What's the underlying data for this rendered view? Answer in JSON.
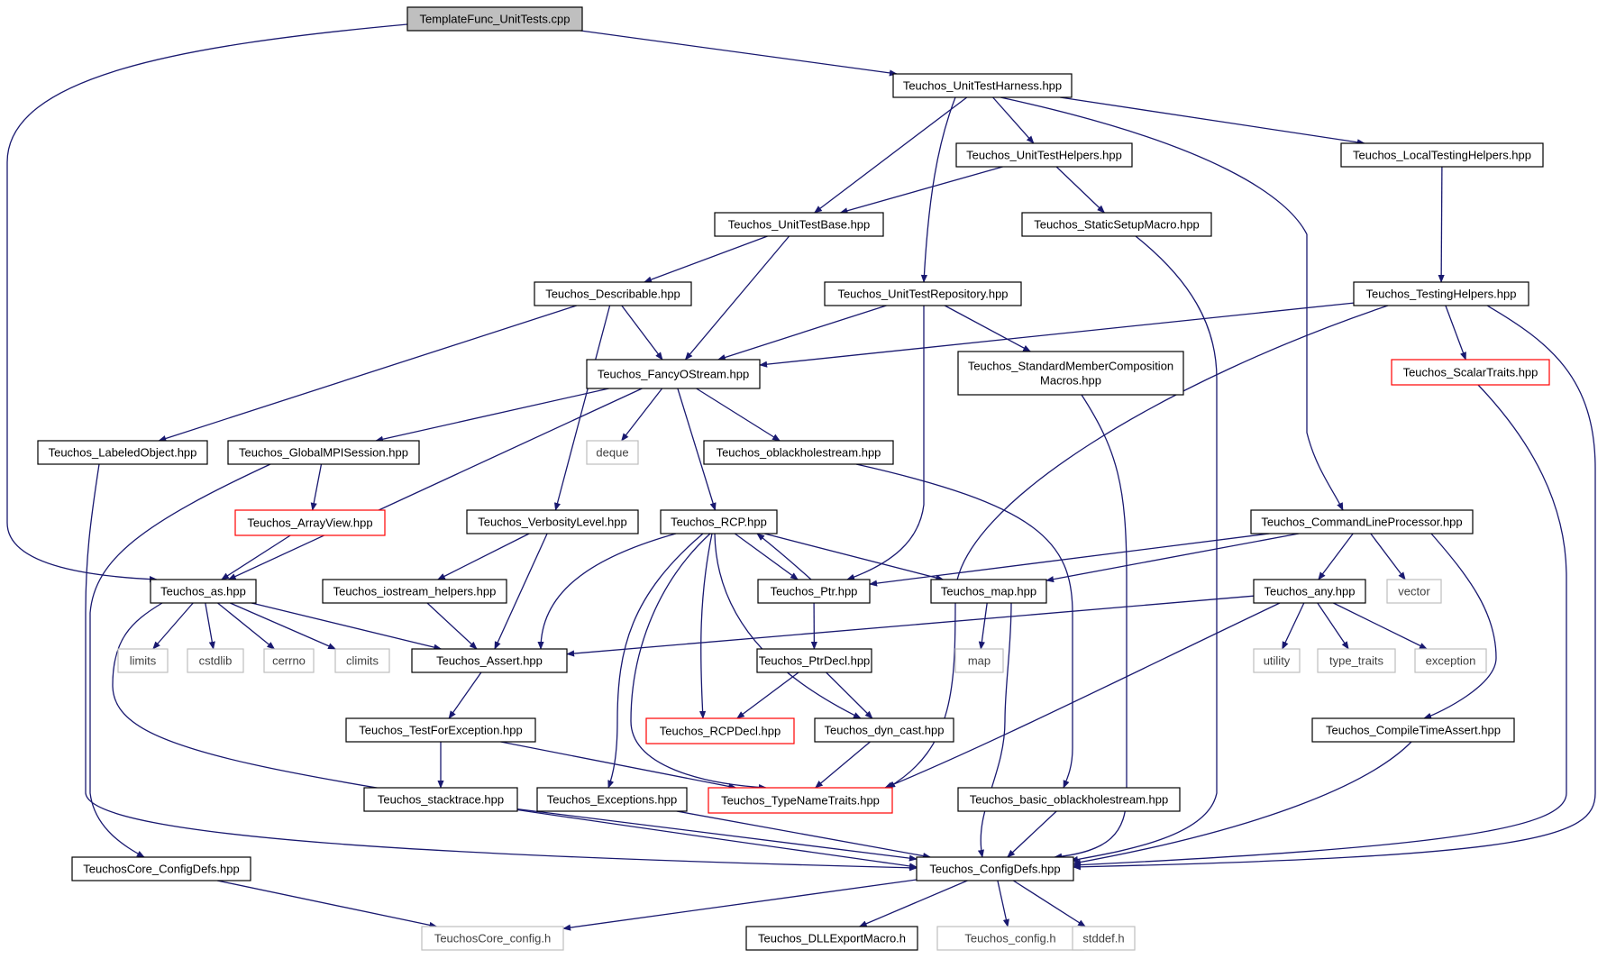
{
  "colors": {
    "edge": "#191970",
    "normal_border": "#000000",
    "missing_border": "#bfbfbf",
    "truncated_border": "#ff0000",
    "root_fill": "#bfbfbf",
    "text": "#000000",
    "missing_text": "#404040"
  },
  "nodes": [
    {
      "id": "n1",
      "label": "TemplateFunc_UnitTests.cpp",
      "kind": "root"
    },
    {
      "id": "n2",
      "label": "Teuchos_UnitTestHarness.hpp",
      "kind": "normal"
    },
    {
      "id": "n3",
      "label": "Teuchos_UnitTestHelpers.hpp",
      "kind": "normal"
    },
    {
      "id": "n4",
      "label": "Teuchos_LocalTestingHelpers.hpp",
      "kind": "normal"
    },
    {
      "id": "n5",
      "label": "Teuchos_UnitTestBase.hpp",
      "kind": "normal"
    },
    {
      "id": "n6",
      "label": "Teuchos_StaticSetupMacro.hpp",
      "kind": "normal"
    },
    {
      "id": "n7",
      "label": "Teuchos_Describable.hpp",
      "kind": "normal"
    },
    {
      "id": "n8",
      "label": "Teuchos_UnitTestRepository.hpp",
      "kind": "normal"
    },
    {
      "id": "n9",
      "label": "Teuchos_TestingHelpers.hpp",
      "kind": "normal"
    },
    {
      "id": "n10",
      "label": "Teuchos_FancyOStream.hpp",
      "kind": "normal"
    },
    {
      "id": "n11",
      "label": "Teuchos_StandardMemberComposition\nMacros.hpp",
      "kind": "normal"
    },
    {
      "id": "n12",
      "label": "Teuchos_ScalarTraits.hpp",
      "kind": "truncated"
    },
    {
      "id": "n13",
      "label": "Teuchos_LabeledObject.hpp",
      "kind": "normal"
    },
    {
      "id": "n14",
      "label": "Teuchos_GlobalMPISession.hpp",
      "kind": "normal"
    },
    {
      "id": "n15",
      "label": "deque",
      "kind": "missing"
    },
    {
      "id": "n16",
      "label": "Teuchos_oblackholestream.hpp",
      "kind": "normal"
    },
    {
      "id": "n17",
      "label": "Teuchos_ArrayView.hpp",
      "kind": "truncated"
    },
    {
      "id": "n18",
      "label": "Teuchos_VerbosityLevel.hpp",
      "kind": "normal"
    },
    {
      "id": "n19",
      "label": "Teuchos_RCP.hpp",
      "kind": "normal"
    },
    {
      "id": "n20",
      "label": "Teuchos_CommandLineProcessor.hpp",
      "kind": "normal"
    },
    {
      "id": "n21",
      "label": "Teuchos_as.hpp",
      "kind": "normal"
    },
    {
      "id": "n22",
      "label": "Teuchos_iostream_helpers.hpp",
      "kind": "normal"
    },
    {
      "id": "n23",
      "label": "Teuchos_Ptr.hpp",
      "kind": "normal"
    },
    {
      "id": "n24",
      "label": "Teuchos_map.hpp",
      "kind": "normal"
    },
    {
      "id": "n25",
      "label": "Teuchos_any.hpp",
      "kind": "normal"
    },
    {
      "id": "n26",
      "label": "vector",
      "kind": "missing"
    },
    {
      "id": "n27",
      "label": "limits",
      "kind": "missing"
    },
    {
      "id": "n28",
      "label": "cstdlib",
      "kind": "missing"
    },
    {
      "id": "n29",
      "label": "cerrno",
      "kind": "missing"
    },
    {
      "id": "n30",
      "label": "climits",
      "kind": "missing"
    },
    {
      "id": "n31",
      "label": "Teuchos_Assert.hpp",
      "kind": "normal"
    },
    {
      "id": "n32",
      "label": "Teuchos_PtrDecl.hpp",
      "kind": "normal"
    },
    {
      "id": "n33",
      "label": "map",
      "kind": "missing"
    },
    {
      "id": "n34",
      "label": "utility",
      "kind": "missing"
    },
    {
      "id": "n35",
      "label": "type_traits",
      "kind": "missing"
    },
    {
      "id": "n36",
      "label": "exception",
      "kind": "missing"
    },
    {
      "id": "n37",
      "label": "Teuchos_TestForException.hpp",
      "kind": "normal"
    },
    {
      "id": "n38",
      "label": "Teuchos_RCPDecl.hpp",
      "kind": "truncated"
    },
    {
      "id": "n39",
      "label": "Teuchos_dyn_cast.hpp",
      "kind": "normal"
    },
    {
      "id": "n40",
      "label": "Teuchos_CompileTimeAssert.hpp",
      "kind": "normal"
    },
    {
      "id": "n41",
      "label": "Teuchos_stacktrace.hpp",
      "kind": "normal"
    },
    {
      "id": "n42",
      "label": "Teuchos_Exceptions.hpp",
      "kind": "normal"
    },
    {
      "id": "n43",
      "label": "Teuchos_TypeNameTraits.hpp",
      "kind": "truncated"
    },
    {
      "id": "n44",
      "label": "Teuchos_basic_oblackholestream.hpp",
      "kind": "normal"
    },
    {
      "id": "n45",
      "label": "TeuchosCore_ConfigDefs.hpp",
      "kind": "normal"
    },
    {
      "id": "n46",
      "label": "Teuchos_ConfigDefs.hpp",
      "kind": "normal"
    },
    {
      "id": "n47",
      "label": "TeuchosCore_config.h",
      "kind": "missing"
    },
    {
      "id": "n48",
      "label": "Teuchos_DLLExportMacro.h",
      "kind": "normal"
    },
    {
      "id": "n49",
      "label": "Teuchos_config.h",
      "kind": "missing"
    },
    {
      "id": "n50",
      "label": "stddef.h",
      "kind": "missing"
    }
  ],
  "edges": [
    [
      "n1",
      "n2"
    ],
    [
      "n1",
      "n21"
    ],
    [
      "n2",
      "n3"
    ],
    [
      "n2",
      "n4"
    ],
    [
      "n2",
      "n5"
    ],
    [
      "n2",
      "n8"
    ],
    [
      "n2",
      "n20"
    ],
    [
      "n3",
      "n5"
    ],
    [
      "n3",
      "n6"
    ],
    [
      "n4",
      "n9"
    ],
    [
      "n5",
      "n7"
    ],
    [
      "n5",
      "n10"
    ],
    [
      "n6",
      "n46"
    ],
    [
      "n7",
      "n10"
    ],
    [
      "n7",
      "n13"
    ],
    [
      "n7",
      "n18"
    ],
    [
      "n8",
      "n10"
    ],
    [
      "n8",
      "n11"
    ],
    [
      "n8",
      "n23"
    ],
    [
      "n9",
      "n10"
    ],
    [
      "n9",
      "n12"
    ],
    [
      "n9",
      "n43"
    ],
    [
      "n9",
      "n46"
    ],
    [
      "n10",
      "n14"
    ],
    [
      "n10",
      "n15"
    ],
    [
      "n10",
      "n16"
    ],
    [
      "n10",
      "n19"
    ],
    [
      "n10",
      "n21"
    ],
    [
      "n11",
      "n46"
    ],
    [
      "n12",
      "n46"
    ],
    [
      "n13",
      "n46"
    ],
    [
      "n14",
      "n17"
    ],
    [
      "n14",
      "n45"
    ],
    [
      "n16",
      "n44"
    ],
    [
      "n17",
      "n21"
    ],
    [
      "n18",
      "n22"
    ],
    [
      "n18",
      "n31"
    ],
    [
      "n19",
      "n23"
    ],
    [
      "n19",
      "n24"
    ],
    [
      "n19",
      "n31"
    ],
    [
      "n19",
      "n38"
    ],
    [
      "n19",
      "n39"
    ],
    [
      "n19",
      "n42"
    ],
    [
      "n19",
      "n43"
    ],
    [
      "n20",
      "n23"
    ],
    [
      "n20",
      "n24"
    ],
    [
      "n20",
      "n25"
    ],
    [
      "n20",
      "n26"
    ],
    [
      "n20",
      "n40"
    ],
    [
      "n21",
      "n27"
    ],
    [
      "n21",
      "n28"
    ],
    [
      "n21",
      "n29"
    ],
    [
      "n21",
      "n30"
    ],
    [
      "n21",
      "n31"
    ],
    [
      "n21",
      "n46"
    ],
    [
      "n22",
      "n31"
    ],
    [
      "n23",
      "n19"
    ],
    [
      "n23",
      "n32"
    ],
    [
      "n24",
      "n33"
    ],
    [
      "n24",
      "n46"
    ],
    [
      "n25",
      "n31"
    ],
    [
      "n25",
      "n34"
    ],
    [
      "n25",
      "n35"
    ],
    [
      "n25",
      "n36"
    ],
    [
      "n25",
      "n43"
    ],
    [
      "n31",
      "n37"
    ],
    [
      "n32",
      "n38"
    ],
    [
      "n32",
      "n39"
    ],
    [
      "n37",
      "n41"
    ],
    [
      "n37",
      "n43"
    ],
    [
      "n39",
      "n43"
    ],
    [
      "n40",
      "n46"
    ],
    [
      "n41",
      "n46"
    ],
    [
      "n42",
      "n46"
    ],
    [
      "n44",
      "n46"
    ],
    [
      "n45",
      "n47"
    ],
    [
      "n46",
      "n47"
    ],
    [
      "n46",
      "n48"
    ],
    [
      "n46",
      "n49"
    ],
    [
      "n46",
      "n50"
    ]
  ]
}
